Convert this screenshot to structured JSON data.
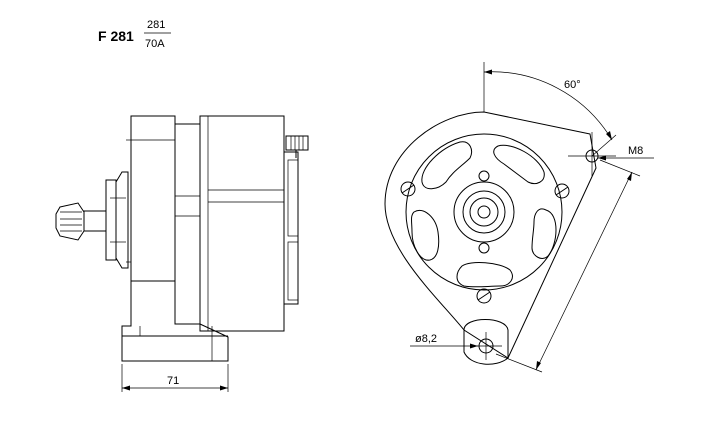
{
  "header": {
    "model": "F 281",
    "fraction_top": "281",
    "fraction_bottom": "70A"
  },
  "dimensions": {
    "width": "71",
    "angle": "60°",
    "thread": "M8",
    "hole": "ø8,2"
  }
}
